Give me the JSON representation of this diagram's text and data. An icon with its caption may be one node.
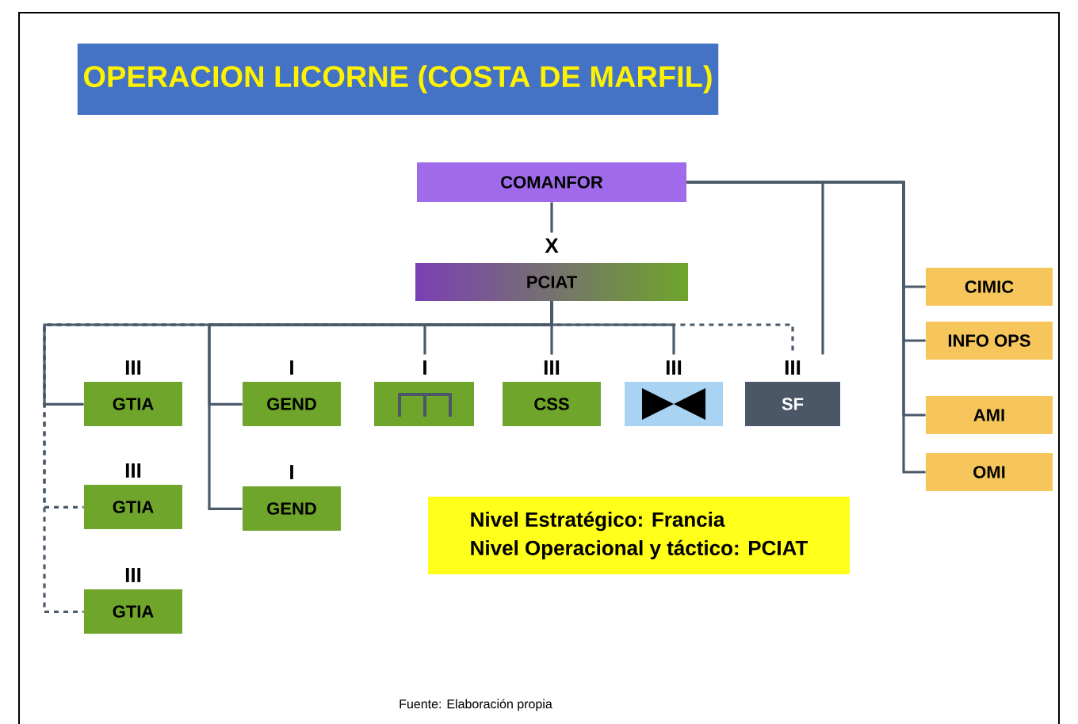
{
  "diagram": {
    "title": "OPERACION LICORNE (COSTA DE MARFIL)",
    "caption": "Fuente: Elaboración propia",
    "nodes": [
      {
        "text": [
          "COMANFOR"
        ]
      },
      {
        "text": [
          "X",
          "PCIAT"
        ]
      },
      {
        "text": [
          "III",
          "GTIA"
        ]
      },
      {
        "text": [
          "I",
          "GEND"
        ]
      },
      {
        "text": [
          "I"
        ]
      },
      {
        "text": [
          "III",
          "CSS"
        ]
      },
      {
        "text": [
          "III"
        ]
      },
      {
        "text": [
          "III",
          "SF"
        ]
      },
      {
        "text": [
          "III",
          "GTIA"
        ]
      },
      {
        "text": [
          "I",
          "GEND"
        ]
      },
      {
        "text": [
          "III",
          "GTIA"
        ]
      },
      {
        "text": [
          "CIMIC"
        ]
      },
      {
        "text": [
          "INFO OPS"
        ]
      },
      {
        "text": [
          "AMI"
        ]
      },
      {
        "text": [
          "OMI"
        ]
      },
      {
        "text": [
          "Nivel Estratégico: Francia",
          "Nivel Operacional y táctico: PCIAT"
        ]
      }
    ],
    "edges": [
      {
        "from": 0,
        "to": 1,
        "arrow": "none"
      },
      {
        "from": 1,
        "to": 2,
        "arrow": "none"
      },
      {
        "from": 1,
        "to": 3,
        "arrow": "none"
      },
      {
        "from": 1,
        "to": 4,
        "arrow": "none"
      },
      {
        "from": 1,
        "to": 5,
        "arrow": "none"
      },
      {
        "from": 1,
        "to": 6,
        "arrow": "none"
      },
      {
        "from": 1,
        "to": 7,
        "arrow": "none",
        "style": "dashed"
      },
      {
        "from": 1,
        "to": 8,
        "arrow": "none",
        "style": "dashed"
      },
      {
        "from": 1,
        "to": 10,
        "arrow": "none",
        "style": "dashed"
      },
      {
        "from": 1,
        "to": 9,
        "arrow": "none"
      },
      {
        "from": 0,
        "to": 7,
        "arrow": "none"
      },
      {
        "from": 0,
        "to": 11,
        "arrow": "none"
      },
      {
        "from": 0,
        "to": 12,
        "arrow": "none"
      },
      {
        "from": 0,
        "to": 13,
        "arrow": "none"
      },
      {
        "from": 0,
        "to": 14,
        "arrow": "none"
      }
    ]
  }
}
